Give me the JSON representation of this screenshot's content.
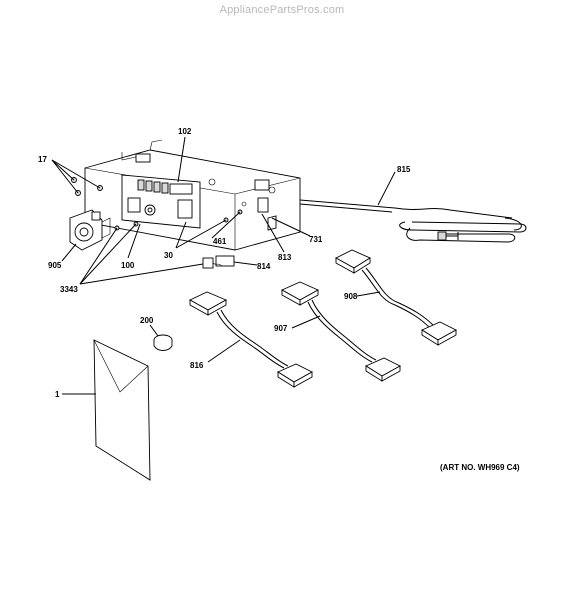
{
  "watermark": "AppliancePartsPros.com",
  "art_number": "(ART NO. WH969 C4)",
  "callouts": {
    "c17": "17",
    "c102": "102",
    "c815": "815",
    "c905": "905",
    "c100": "100",
    "c30": "30",
    "c461": "461",
    "c813": "813",
    "c731": "731",
    "c814": "814",
    "c3343": "3343",
    "c908": "908",
    "c200": "200",
    "c907": "907",
    "c816": "816",
    "c1": "1"
  }
}
